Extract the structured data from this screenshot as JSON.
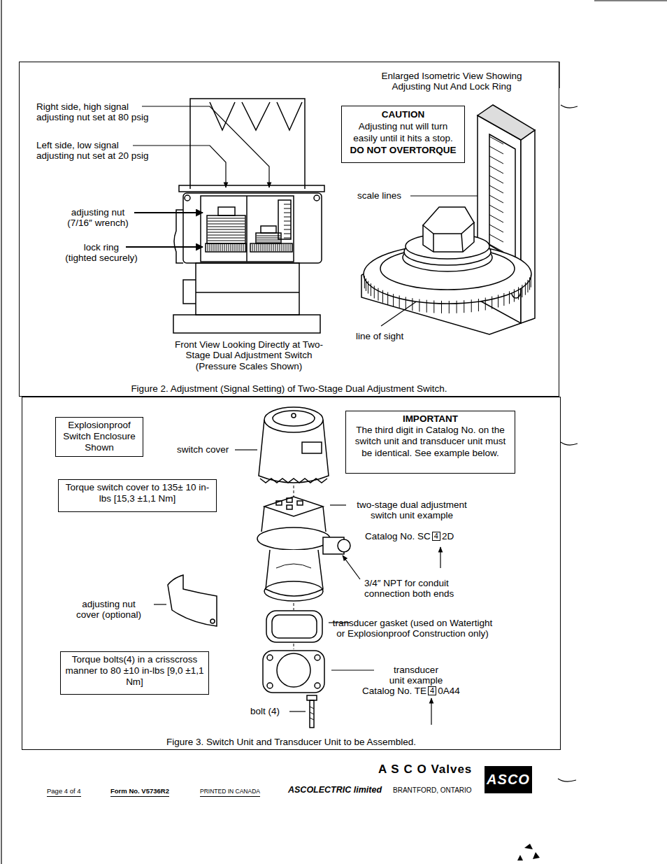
{
  "diagram": {
    "nodes": [
      {
        "text": [
          "Figure 2. Adjustment (Signal Setting) of Two-Stage Dual Adjustment Switch."
        ]
      },
      {
        "text": [
          "CAUTION",
          "Adjusting nut will turn easily until it hits a stop.",
          "DO NOT OVERTORQUE"
        ],
        "in": 0
      },
      {
        "text": [
          "Figure 3. Switch Unit and Transducer Unit to be Assembled."
        ]
      },
      {
        "text": [
          "Explosionproof Switch Enclosure Shown"
        ],
        "in": 2
      },
      {
        "text": [
          "Torque switch cover to 135± 10 in-lbs [15,3 ±1,1 Nm]"
        ],
        "in": 2
      },
      {
        "text": [
          "IMPORTANT",
          "The third digit in Catalog No. on the switch unit and transducer unit must be identical. See example below."
        ],
        "in": 2
      },
      {
        "text": [
          "Torque bolts(4) in a crisscross manner to 80 ±10 in-lbs [9,0 ±1,1 Nm]"
        ],
        "in": 2
      },
      {
        "text": [
          "ASCO"
        ]
      }
    ],
    "labels": [
      "Enlarged Isometric View Showing Adjusting Nut And Lock Ring",
      "Right side, high signal adjusting nut set at 80 psig",
      "Left side, low signal adjusting nut set at 20 psig",
      "adjusting nut (7/16″ wrench)",
      "lock ring (tighted securely)",
      "scale lines",
      "line of sight",
      "Front View Looking Directly at Two-Stage Dual Adjustment Switch (Pressure Scales Shown)",
      "switch cover",
      "two-stage dual adjustment switch unit example",
      "Catalog No. SC",
      "4",
      "2D",
      "3/4″ NPT for conduit connection both ends",
      "adjusting nut cover (optional)",
      "transducer gasket (used on Watertight or Explosionproof Construction only)",
      "transducer unit example",
      "Catalog No. TE",
      "4",
      "0A44",
      "bolt (4)",
      "A S C O Valves",
      "Page 4 of 4",
      "Form No. V5736R2",
      "PRINTED IN CANADA",
      "ASCOLECTRIC limited",
      "BRANTFORD, ONTARIO"
    ]
  }
}
